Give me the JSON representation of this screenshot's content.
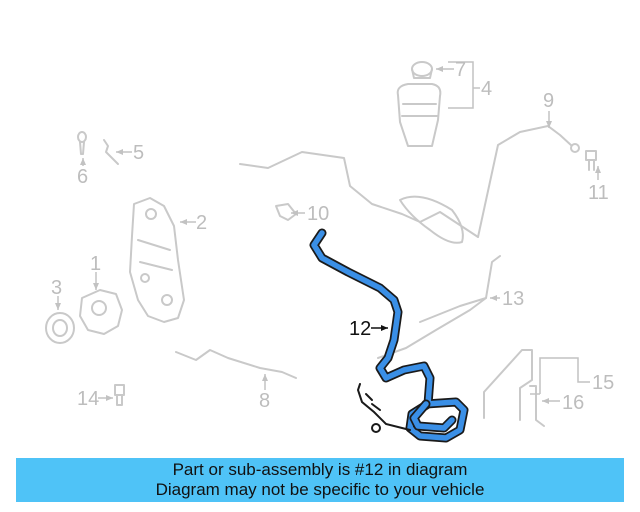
{
  "diagram": {
    "highlighted_part": "12",
    "callouts": [
      "1",
      "2",
      "3",
      "4",
      "5",
      "6",
      "7",
      "8",
      "9",
      "10",
      "11",
      "12",
      "13",
      "14",
      "15",
      "16"
    ],
    "highlight_color": "#3a8fe6"
  },
  "banner": {
    "line1": "Part or sub-assembly is #12 in diagram",
    "line2": "Diagram may not be specific to your vehicle",
    "background": "#4fc3f7"
  }
}
